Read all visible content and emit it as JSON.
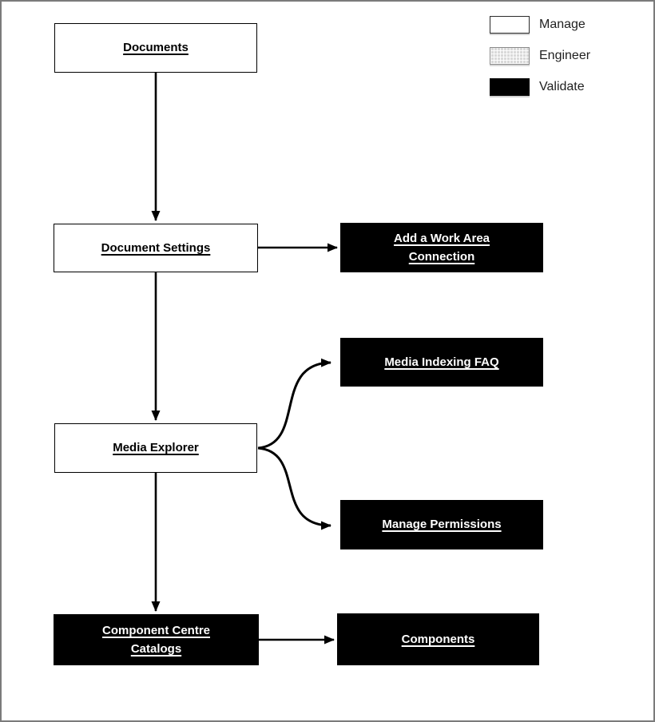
{
  "legend": {
    "items": [
      {
        "label": "Manage",
        "swatch": "white"
      },
      {
        "label": "Engineer",
        "swatch": "gray-pattern"
      },
      {
        "label": "Validate",
        "swatch": "black"
      }
    ]
  },
  "nodes": [
    {
      "id": "documents",
      "label": "Documents",
      "category": "Manage"
    },
    {
      "id": "document-settings",
      "label": "Document Settings",
      "category": "Manage"
    },
    {
      "id": "add-work-area-connection",
      "label": "Add a Work Area Connection",
      "category": "Validate"
    },
    {
      "id": "media-explorer",
      "label": "Media Explorer",
      "category": "Manage"
    },
    {
      "id": "media-indexing-faq",
      "label": "Media Indexing FAQ",
      "category": "Validate"
    },
    {
      "id": "manage-permissions",
      "label": "Manage Permissions",
      "category": "Validate"
    },
    {
      "id": "component-centre-catalogs",
      "label": "Component Centre Catalogs",
      "category": "Validate"
    },
    {
      "id": "components",
      "label": "Components",
      "category": "Validate"
    }
  ],
  "edges": [
    {
      "from": "documents",
      "to": "document-settings"
    },
    {
      "from": "document-settings",
      "to": "add-work-area-connection"
    },
    {
      "from": "document-settings",
      "to": "media-explorer"
    },
    {
      "from": "media-explorer",
      "to": "media-indexing-faq"
    },
    {
      "from": "media-explorer",
      "to": "manage-permissions"
    },
    {
      "from": "media-explorer",
      "to": "component-centre-catalogs"
    },
    {
      "from": "component-centre-catalogs",
      "to": "components"
    }
  ],
  "colors": {
    "validate_fill": "#000000",
    "manage_fill": "#ffffff",
    "engineer_fill": "#d9d9d9",
    "node_border": "#000000",
    "arrow": "#000000",
    "frame_border": "#7b7b7b",
    "legend_text": "#1f1f1f"
  }
}
